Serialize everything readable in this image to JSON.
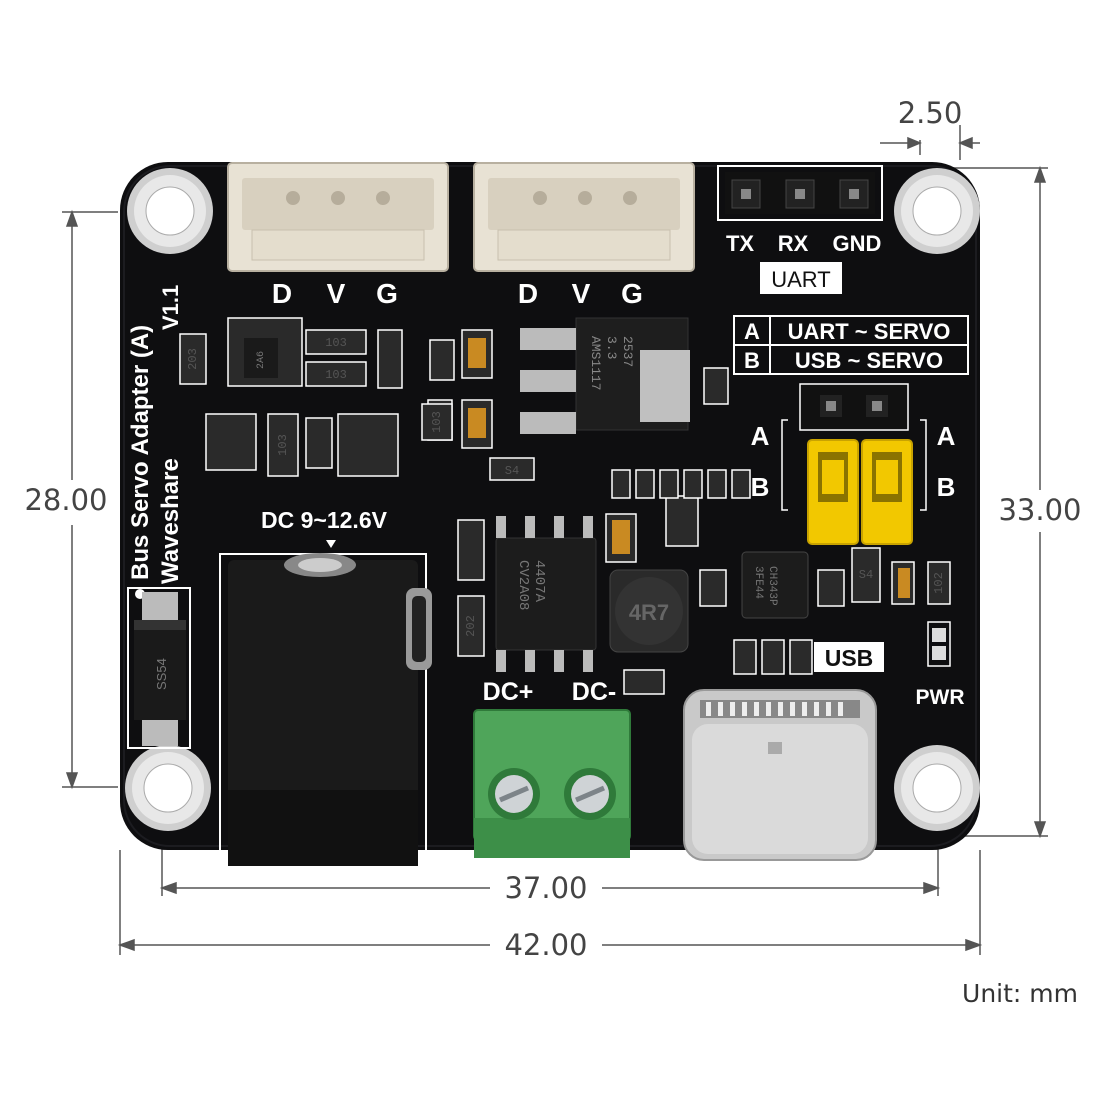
{
  "dimensions": {
    "top_pitch": "2.50",
    "left_hole_spacing": "28.00",
    "right_board_height": "33.00",
    "bottom_hole_spacing": "37.00",
    "bottom_board_width": "42.00",
    "unit_label": "Unit: mm"
  },
  "silkscreen": {
    "servo_pins_1": [
      "D",
      "V",
      "G"
    ],
    "servo_pins_2": [
      "D",
      "V",
      "G"
    ],
    "uart_pins": [
      "TX",
      "RX",
      "GND"
    ],
    "uart_label": "UART",
    "mode_a_letter": "A",
    "mode_a_text": "UART ~ SERVO",
    "mode_b_letter": "B",
    "mode_b_text": "USB ~ SERVO",
    "product_name": "Bus Servo Adapter (A)",
    "version": "V1.1",
    "brand": "Waveshare",
    "dc_input": "DC 9~12.6V",
    "dc_plus": "DC+",
    "dc_minus": "DC-",
    "usb_label": "USB",
    "pwr_label": "PWR",
    "jumper_a_left": "A",
    "jumper_a_right": "A",
    "jumper_b_left": "B",
    "jumper_b_right": "B"
  },
  "components": {
    "regulator_marking": [
      "AMS1117",
      "3.3",
      "2537"
    ],
    "inductor_marking": "4R7",
    "mosfet_marking": [
      "4407A",
      "CV2A08"
    ],
    "usb_chip_marking": [
      "CH343P",
      "3FE44"
    ],
    "small_chip_marking": "2A6",
    "resistor_marking_1": "103",
    "resistor_marking_2": "103",
    "resistor_marking_3": "103",
    "resistor_marking_4": "103",
    "resistor_marking_5": "102",
    "resistor_marking_6": "203",
    "resistor_marking_7": "202",
    "diode_marking": "SS54",
    "diode_marking_2": "S4",
    "diode_marking_3": "S4"
  },
  "colors": {
    "board": "#0e0e10",
    "connector_housing": "#e8e2d4",
    "terminal_block": "#4fa55a",
    "jumper": "#f2c800",
    "dimension_line": "#444444"
  }
}
